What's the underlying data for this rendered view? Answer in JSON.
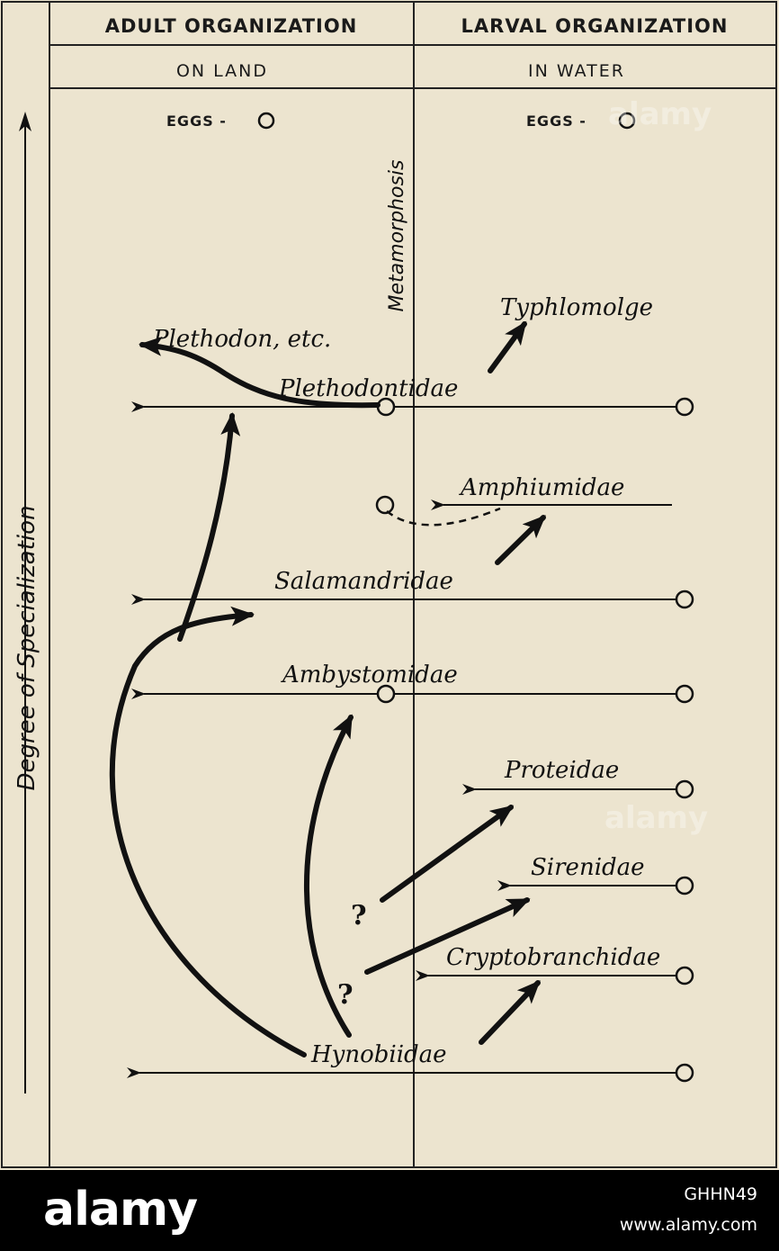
{
  "headers": {
    "adult": "ADULT ORGANIZATION",
    "larval": "LARVAL ORGANIZATION",
    "land": "ON LAND",
    "water": "IN WATER",
    "eggs_left": "EGGS -",
    "eggs_right": "EGGS -"
  },
  "axis_label": "Degree of Specialization",
  "metamorphosis": "Metamorphosis",
  "taxa": {
    "typhlomolge": "Typhlomolge",
    "plethodon": "Plethodon, etc.",
    "plethodontidae": "Plethodontidae",
    "amphiumidae": "Amphiumidae",
    "salamandridae": "Salamandridae",
    "ambystomidae": "Ambystomidae",
    "proteidae": "Proteidae",
    "sirenidae": "Sirenidae",
    "cryptobranchidae": "Cryptobranchidae",
    "hynobiidae": "Hynobiidae"
  },
  "question_mark_1": "?",
  "question_mark_2": "?",
  "watermark": "alamy",
  "footer": {
    "brand": "alamy",
    "image_id": "GHHN49",
    "url": "www.alamy.com"
  }
}
